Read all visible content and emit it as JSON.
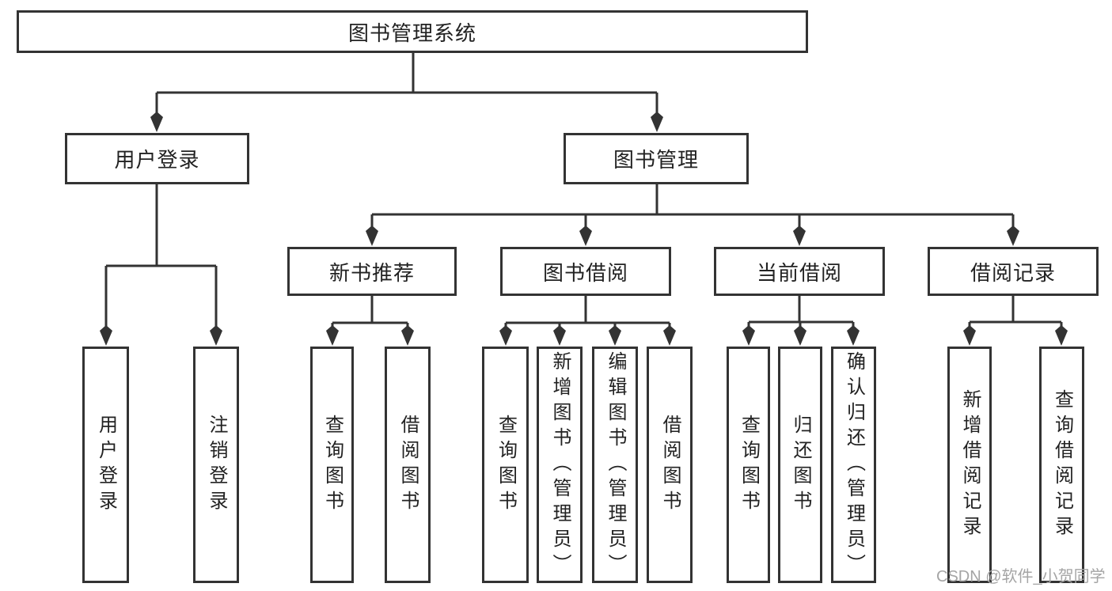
{
  "tree": {
    "root": {
      "label": "图书管理系统"
    },
    "branches": [
      {
        "label": "用户登录",
        "children": [
          {
            "label": "用户登录"
          },
          {
            "label": "注销登录"
          }
        ]
      },
      {
        "label": "图书管理",
        "children": [
          {
            "label": "新书推荐",
            "children": [
              {
                "label": "查询图书"
              },
              {
                "label": "借阅图书"
              }
            ]
          },
          {
            "label": "图书借阅",
            "children": [
              {
                "label": "查询图书"
              },
              {
                "label": "新增图书（管理员）"
              },
              {
                "label": "编辑图书（管理员）"
              },
              {
                "label": "借阅图书"
              }
            ]
          },
          {
            "label": "当前借阅",
            "children": [
              {
                "label": "查询图书"
              },
              {
                "label": "归还图书"
              },
              {
                "label": "确认归还（管理员）"
              }
            ]
          },
          {
            "label": "借阅记录",
            "children": [
              {
                "label": "新增借阅记录"
              },
              {
                "label": "查询借阅记录"
              }
            ]
          }
        ]
      }
    ]
  },
  "watermark": {
    "text": "CSDN @软件_小贺同学"
  },
  "colors": {
    "line": "#333333",
    "text": "#222222",
    "watermark_gray": "#a5a5a5",
    "background": "#ffffff"
  }
}
